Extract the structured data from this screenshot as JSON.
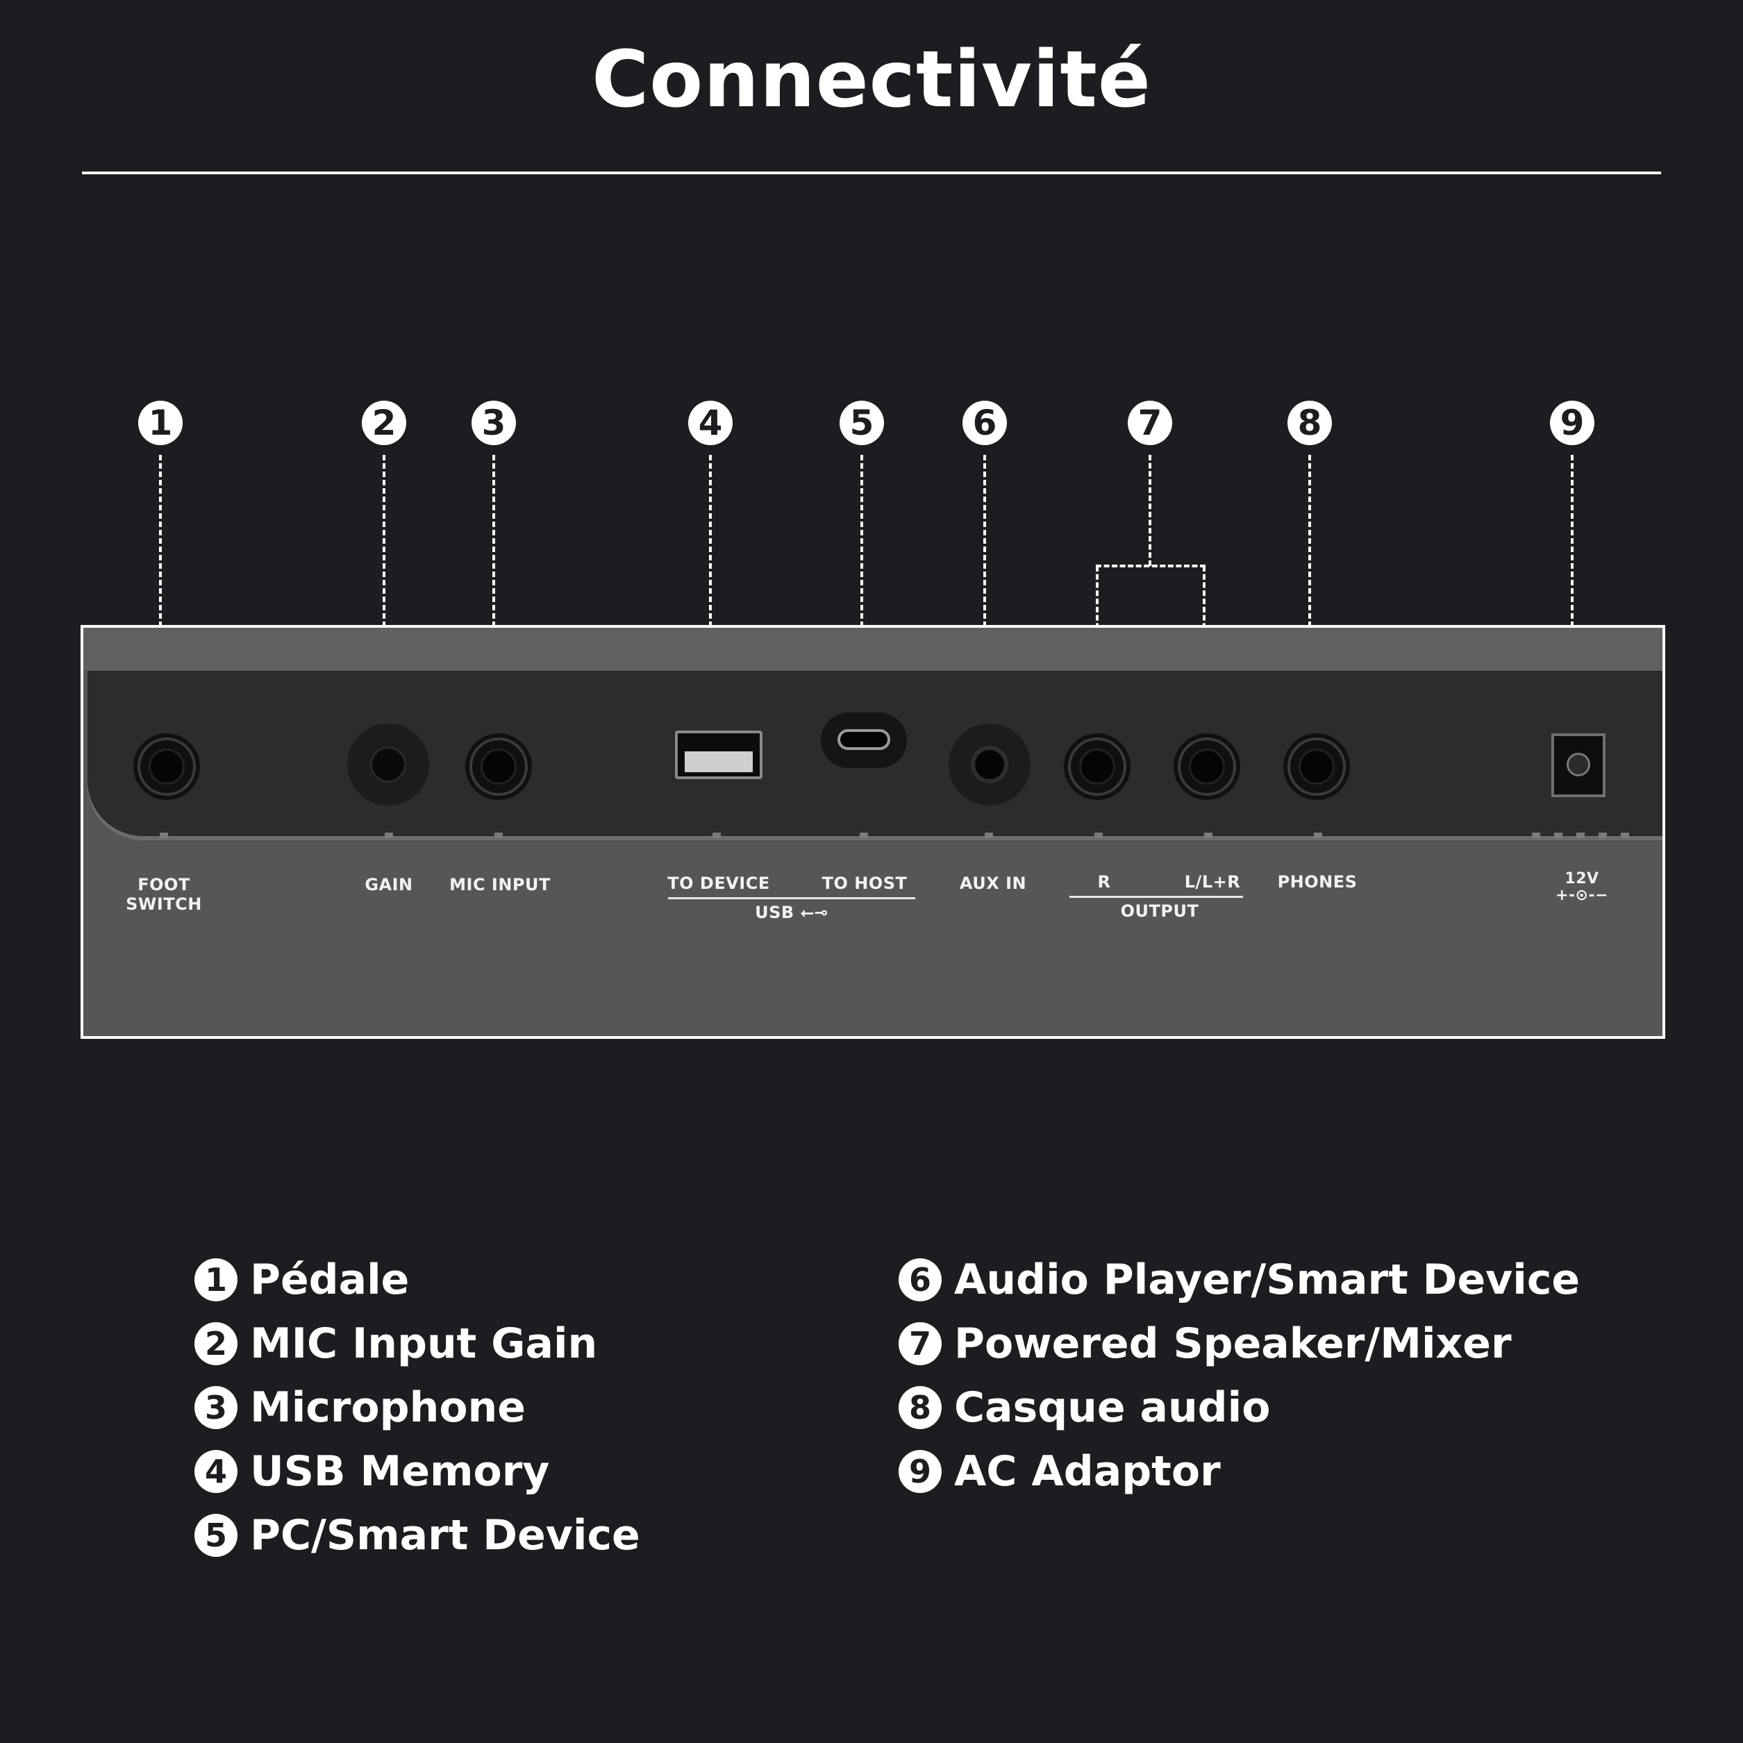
{
  "title": "Connectivité",
  "markers": [
    "1",
    "2",
    "3",
    "4",
    "5",
    "6",
    "7",
    "8",
    "9"
  ],
  "panel_labels": {
    "foot_switch_1": "FOOT",
    "foot_switch_2": "SWITCH",
    "gain": "GAIN",
    "mic_input": "MIC INPUT",
    "to_device": "TO DEVICE",
    "to_host": "TO HOST",
    "usb": "USB",
    "usb_symbol": "⭠⊸",
    "aux_in": "AUX IN",
    "r": "R",
    "l_lr": "L/L+R",
    "output": "OUTPUT",
    "phones": "PHONES",
    "power_1": "12V",
    "power_2": "+-⊙-−"
  },
  "legend": [
    {
      "num": "1",
      "label": "Pédale"
    },
    {
      "num": "2",
      "label": "MIC Input Gain"
    },
    {
      "num": "3",
      "label": "Microphone"
    },
    {
      "num": "4",
      "label": "USB Memory"
    },
    {
      "num": "5",
      "label": "PC/Smart Device"
    },
    {
      "num": "6",
      "label": "Audio Player/Smart Device"
    },
    {
      "num": "7",
      "label": "Powered Speaker/Mixer"
    },
    {
      "num": "8",
      "label": "Casque audio"
    },
    {
      "num": "9",
      "label": "AC Adaptor"
    }
  ]
}
